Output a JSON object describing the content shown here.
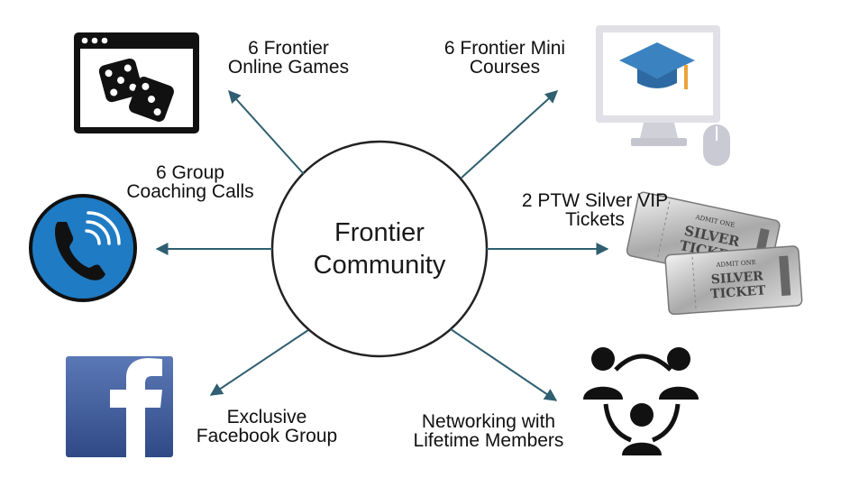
{
  "center": {
    "line1": "Frontier",
    "line2": "Community"
  },
  "nodes": {
    "games": {
      "line1": "6 Frontier",
      "line2": "Online Games",
      "icon": "dice-window-icon"
    },
    "courses": {
      "line1": "6 Frontier Mini",
      "line2": "Courses",
      "icon": "graduation-monitor-icon"
    },
    "calls": {
      "line1": "6 Group",
      "line2": "Coaching Calls",
      "icon": "phone-call-icon"
    },
    "tickets": {
      "line1": "2 PTW Silver VIP",
      "line2": "Tickets",
      "icon": "silver-ticket-icon"
    },
    "facebook": {
      "line1": "Exclusive",
      "line2": "Facebook Group",
      "icon": "facebook-icon"
    },
    "networking": {
      "line1": "Networking with",
      "line2": "Lifetime Members",
      "icon": "people-network-icon"
    }
  },
  "ticket": {
    "admit": "ADMIT ONE",
    "word1": "SILVER",
    "word2": "TICKET"
  },
  "colors": {
    "arrow": "#2f5f70",
    "phone": "#1f7bc4",
    "facebook": "#3d5a98",
    "graduation": "#3b83c0",
    "tassel": "#e8a33a"
  }
}
